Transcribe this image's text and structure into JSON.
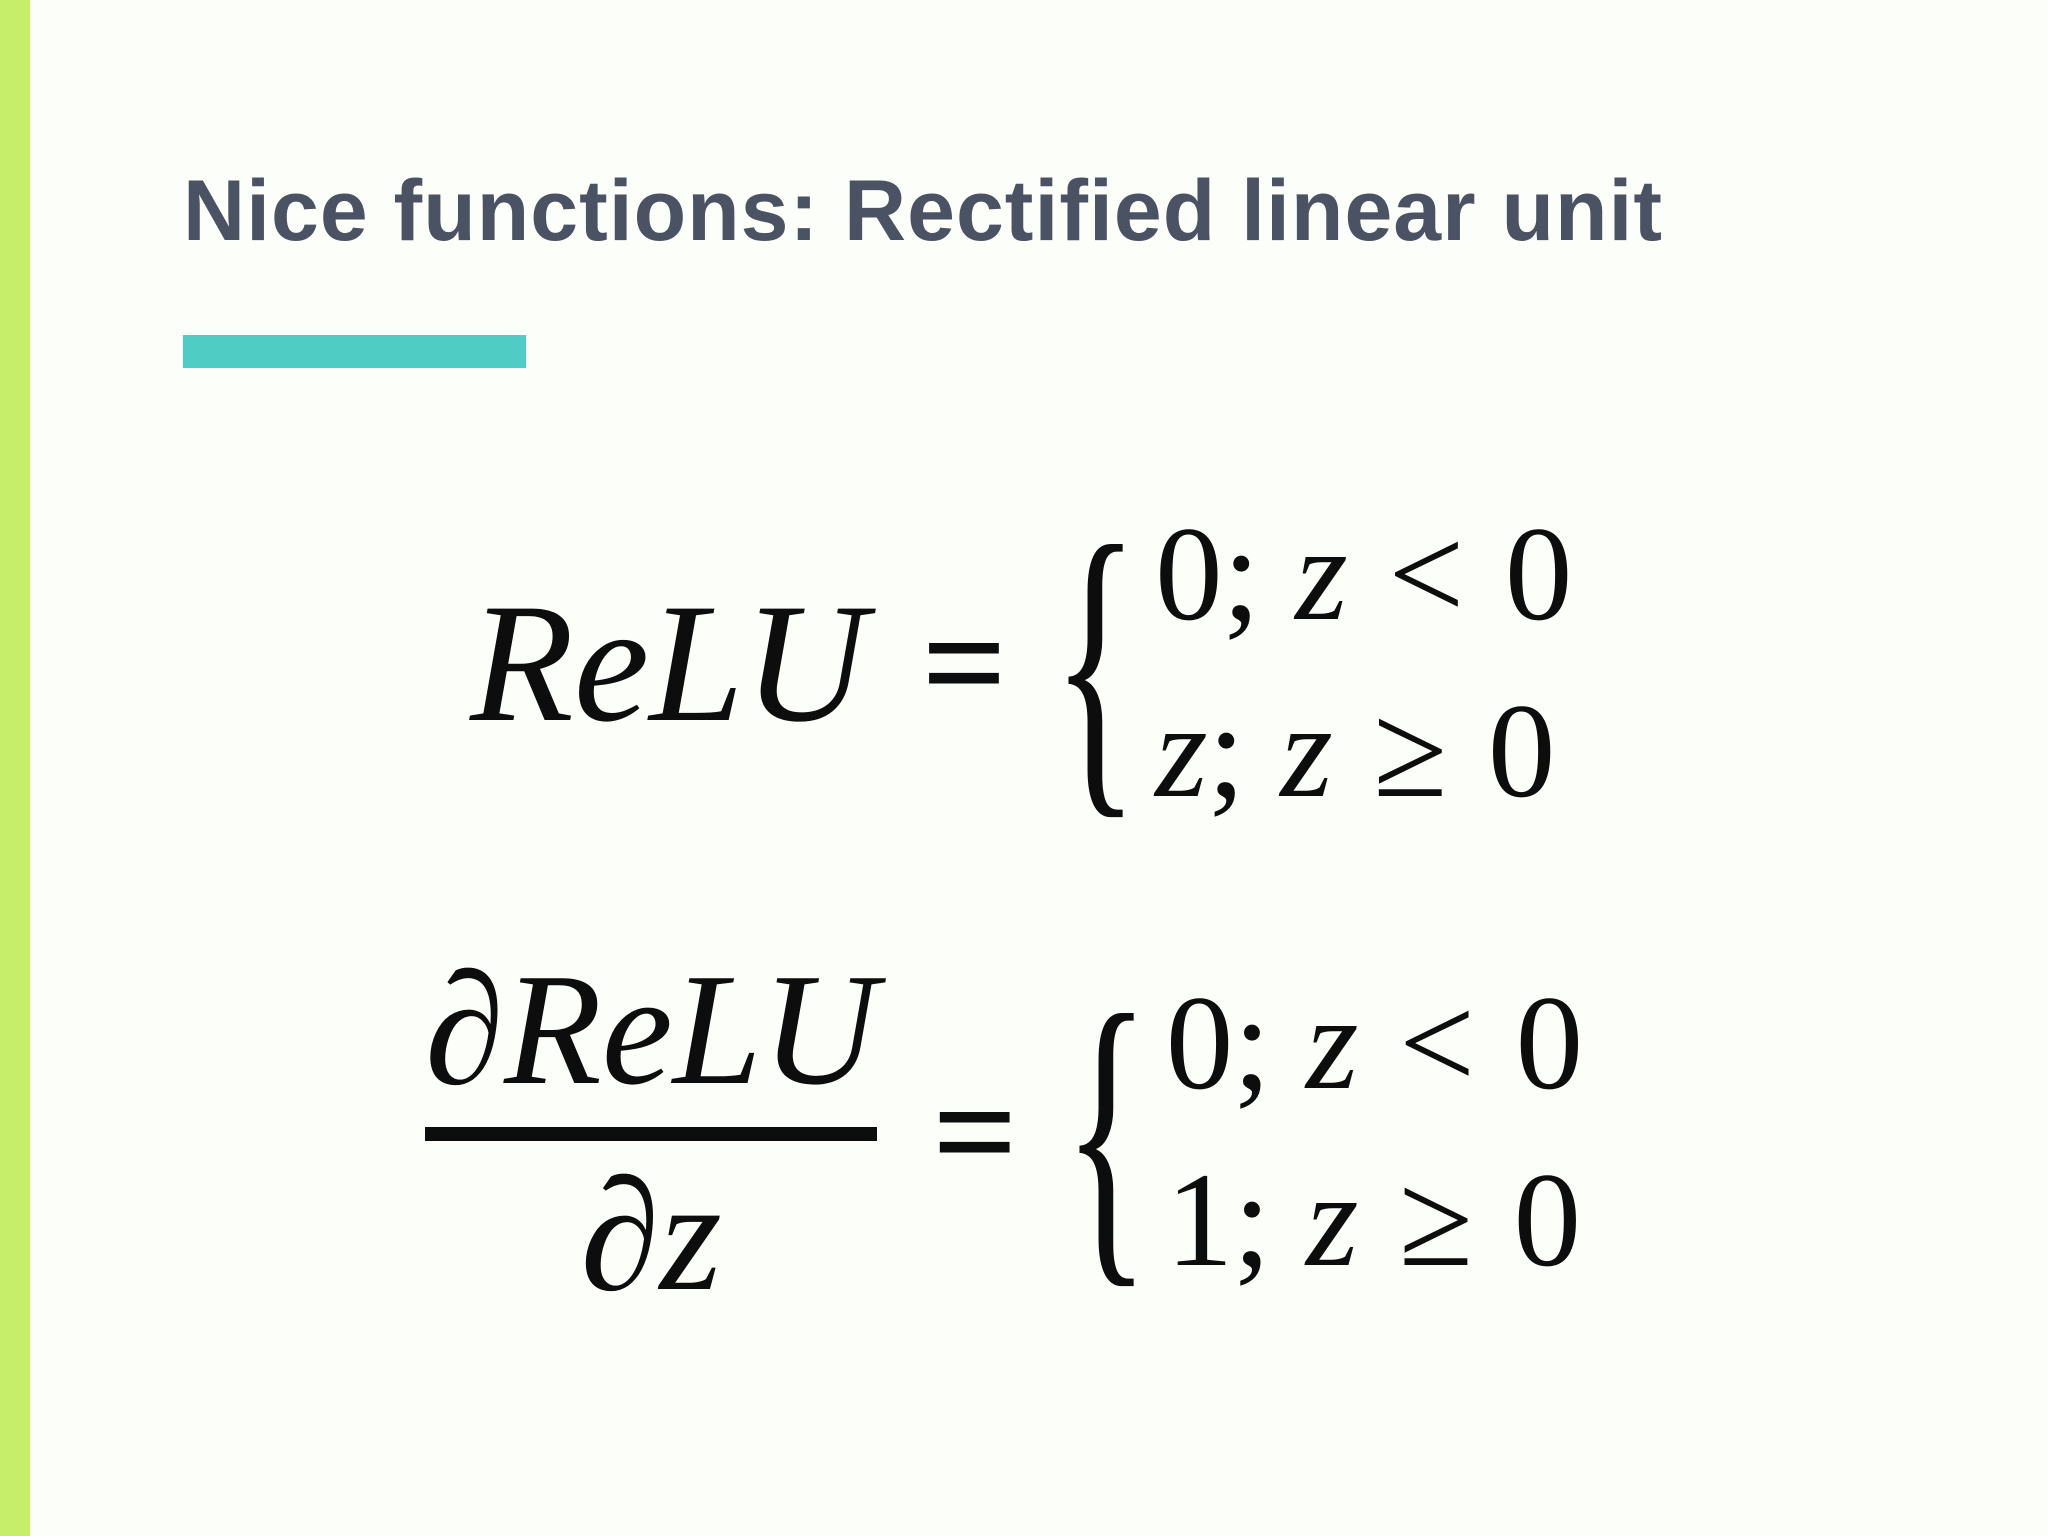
{
  "colors": {
    "background": "#fcfefa",
    "accent_bar": "#c7ee6b",
    "underline": "#4fcdc4",
    "title": "#4a5263",
    "math": "#0d0d0d"
  },
  "header": {
    "title": "Nice functions: Rectified linear unit"
  },
  "equations": {
    "relu": {
      "lhs": "ReLU",
      "equals": "=",
      "brace": "{",
      "cases": [
        {
          "value": "0",
          "sep": ";",
          "var": "z",
          "op": "<",
          "bound": "0"
        },
        {
          "value": "z",
          "sep": ";",
          "var": "z",
          "op": "≥",
          "bound": "0"
        }
      ]
    },
    "derivative": {
      "numerator": "∂ReLU",
      "denominator": "∂z",
      "equals": "=",
      "brace": "{",
      "cases": [
        {
          "value": "0",
          "sep": ";",
          "var": "z",
          "op": "<",
          "bound": "0"
        },
        {
          "value": "1",
          "sep": ";",
          "var": "z",
          "op": "≥",
          "bound": "0"
        }
      ]
    }
  }
}
